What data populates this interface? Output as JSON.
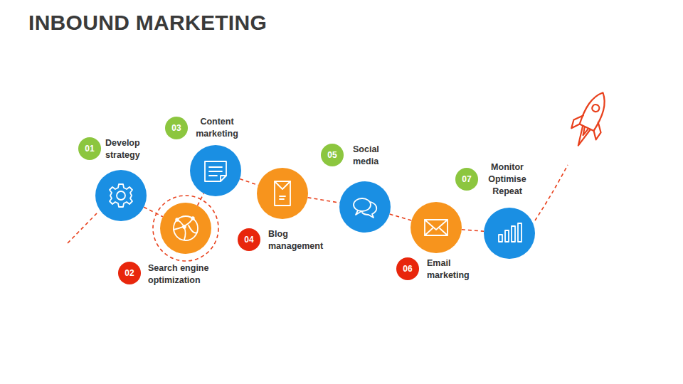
{
  "diagram": {
    "title": "INBOUND MARKETING",
    "nodes": [
      {
        "text": [
          "01",
          "Develop strategy"
        ]
      },
      {
        "text": [
          "02",
          "Search engine optimization"
        ]
      },
      {
        "text": [
          "03",
          "Content marketing"
        ]
      },
      {
        "text": [
          "04",
          "Blog management"
        ]
      },
      {
        "text": [
          "05",
          "Social media"
        ]
      },
      {
        "text": [
          "06",
          "Email marketing"
        ]
      },
      {
        "text": [
          "07",
          "Monitor Optimise Repeat"
        ]
      }
    ],
    "edges": [
      {
        "from": 0,
        "to": 1,
        "arrow": "none"
      },
      {
        "from": 1,
        "to": 2,
        "arrow": "none"
      },
      {
        "from": 2,
        "to": 3,
        "arrow": "none"
      },
      {
        "from": 3,
        "to": 4,
        "arrow": "none"
      },
      {
        "from": 4,
        "to": 5,
        "arrow": "none"
      },
      {
        "from": 5,
        "to": 6,
        "arrow": "none"
      }
    ]
  }
}
